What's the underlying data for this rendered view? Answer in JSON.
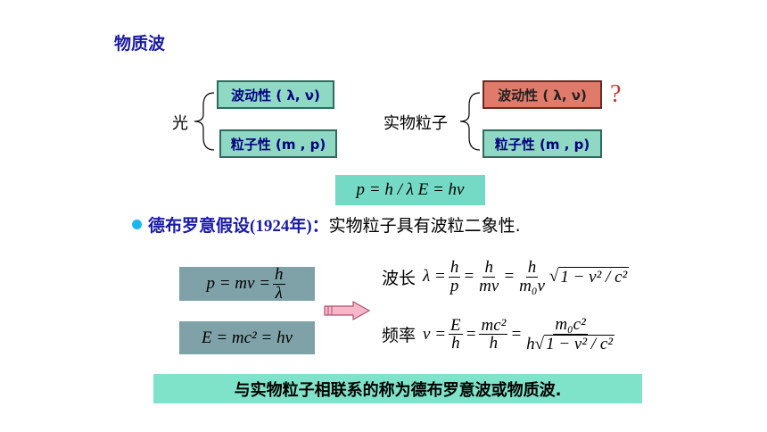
{
  "title": "物质波",
  "light": {
    "label": "光",
    "wave": "波动性 ( λ, ν)",
    "particle": "粒子性 (m , p)"
  },
  "matter": {
    "label": "实物粒子",
    "wave": "波动性 ( λ, ν)",
    "particle": "粒子性 (m , p)",
    "question": "?"
  },
  "relation": "p = h / λ      E = hν",
  "hypothesis": {
    "name": "德布罗意假设",
    "year": "(1924年)：",
    "text": "实物粒子具有波粒二象性."
  },
  "left_formulas": {
    "momentum": {
      "lhs": "p = mv = ",
      "num": "h",
      "den": "λ"
    },
    "energy": "E = mc² = hν"
  },
  "wavelength": {
    "label": "波长",
    "lhs": "λ =",
    "f1_num": "h",
    "f1_den": "p",
    "f2_num": "h",
    "f2_den": "mv",
    "f3_num": "h",
    "f3_den": "m₀v",
    "sqrt": "1 − v² / c²"
  },
  "frequency": {
    "label": "频率",
    "lhs": "ν =",
    "f1_num": "E",
    "f1_den": "h",
    "f2_num": "mc²",
    "f2_den": "h",
    "f3_num": "m₀c²",
    "f3_den_pre": "h",
    "f3_den_sqrt": "1 − v² / c²"
  },
  "conclusion": "与实物粒子相联系的称为德布罗意波或物质波.",
  "colors": {
    "teal": "#8fd8c3",
    "red": "#e07a6a",
    "gray": "#7fa2a9",
    "accent": "#1a1aa6"
  }
}
